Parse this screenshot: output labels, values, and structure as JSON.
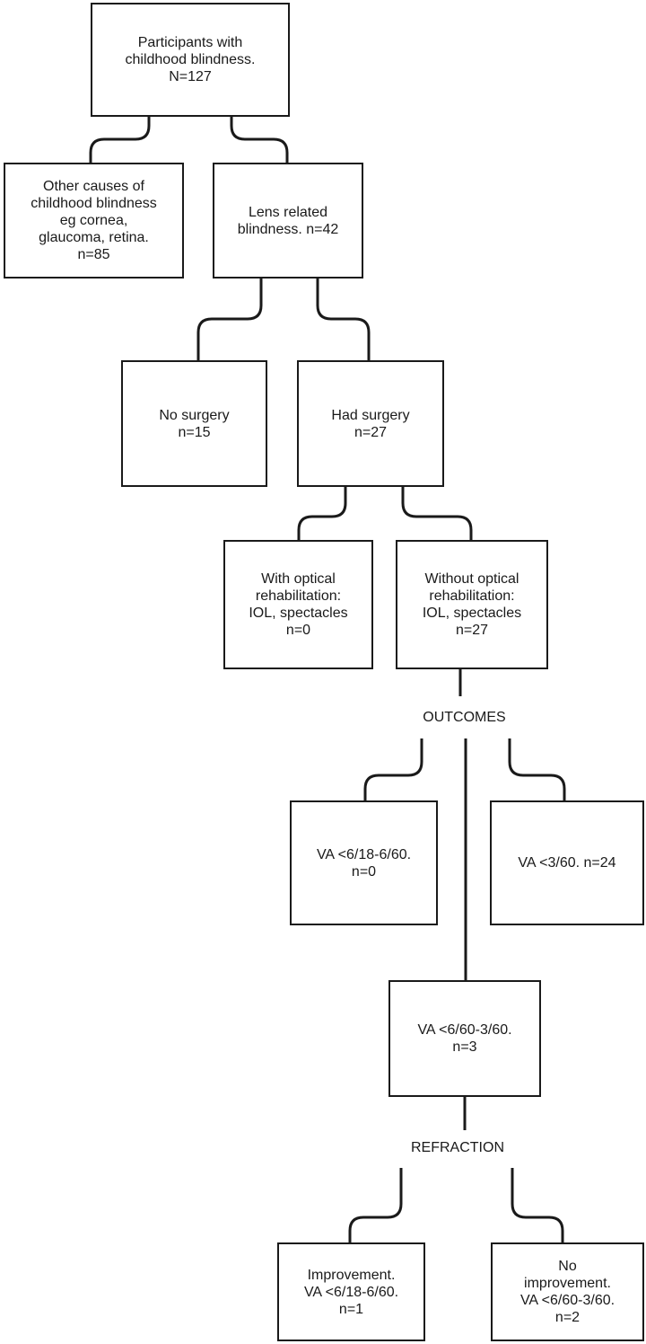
{
  "nodes": {
    "participants": [
      "Participants with",
      "childhood blindness.",
      "N=127"
    ],
    "other_causes": [
      "Other causes of",
      "childhood blindness",
      "eg cornea,",
      "glaucoma, retina.",
      "n=85"
    ],
    "lens_related": [
      "Lens related",
      "blindness. n=42"
    ],
    "no_surgery": [
      "No surgery",
      "n=15"
    ],
    "had_surgery": [
      "Had surgery",
      "n=27"
    ],
    "with_optical": [
      "With optical",
      "rehabilitation:",
      "IOL, spectacles",
      "n=0"
    ],
    "without_optical": [
      "Without optical",
      "rehabilitation:",
      "IOL, spectacles",
      "n=27"
    ],
    "va_18_60": [
      "VA <6/18-6/60.",
      "n=0"
    ],
    "va_3_60": [
      "VA <3/60. n=24"
    ],
    "va_60_3": [
      "VA <6/60-3/60.",
      "n=3"
    ],
    "improvement": [
      "Improvement.",
      "VA <6/18-6/60.",
      "n=1"
    ],
    "no_improvement": [
      "No",
      "improvement.",
      "VA <6/60-3/60.",
      "n=2"
    ]
  },
  "labels": {
    "outcomes": "OUTCOMES",
    "refraction": "REFRACTION"
  }
}
